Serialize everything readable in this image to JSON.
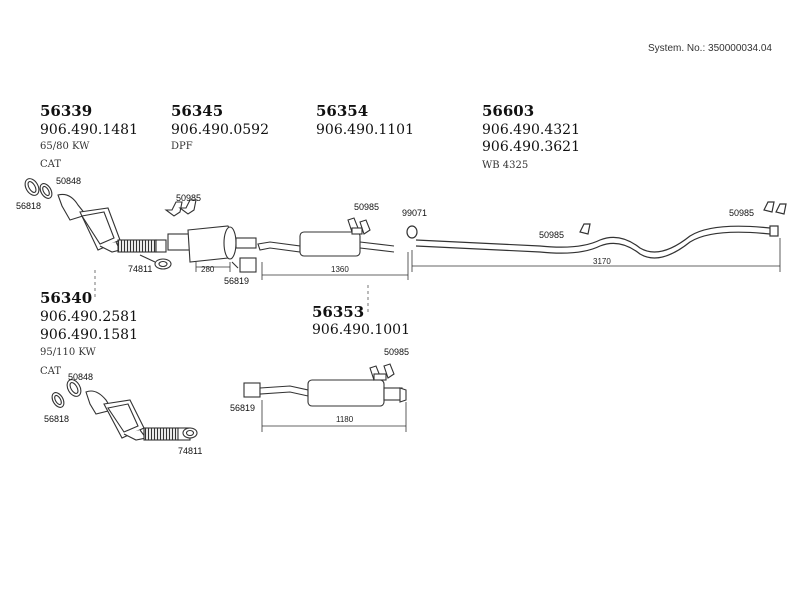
{
  "system_no": "System. No.: 350000034.04",
  "assemblies": {
    "a56339": {
      "code": "56339",
      "pn1": "906.490.1481",
      "spec": "65/80 KW",
      "type": "CAT"
    },
    "a56345": {
      "code": "56345",
      "pn1": "906.490.0592",
      "type": "DPF"
    },
    "a56354": {
      "code": "56354",
      "pn1": "906.490.1101"
    },
    "a56603": {
      "code": "56603",
      "pn1": "906.490.4321",
      "pn2": "906.490.3621",
      "spec": "WB 4325"
    },
    "a56340": {
      "code": "56340",
      "pn1": "906.490.2581",
      "pn2": "906.490.1581",
      "spec": "95/110 KW",
      "type": "CAT"
    },
    "a56353": {
      "code": "56353",
      "pn1": "906.490.1001"
    }
  },
  "callouts": {
    "c50848a": "50848",
    "c56818a": "56818",
    "c50985a": "50985",
    "c74811a": "74811",
    "c56819a": "56819",
    "c50985b": "50985",
    "c99071": "99071",
    "c50985c": "50985",
    "c50985d": "50985",
    "c50848b": "50848",
    "c56818b": "56818",
    "c74811b": "74811",
    "c50985e": "50985",
    "c56819b": "56819"
  },
  "dimensions": {
    "d280": "280",
    "d1360": "1360",
    "d3170": "3170",
    "d1180": "1180"
  }
}
